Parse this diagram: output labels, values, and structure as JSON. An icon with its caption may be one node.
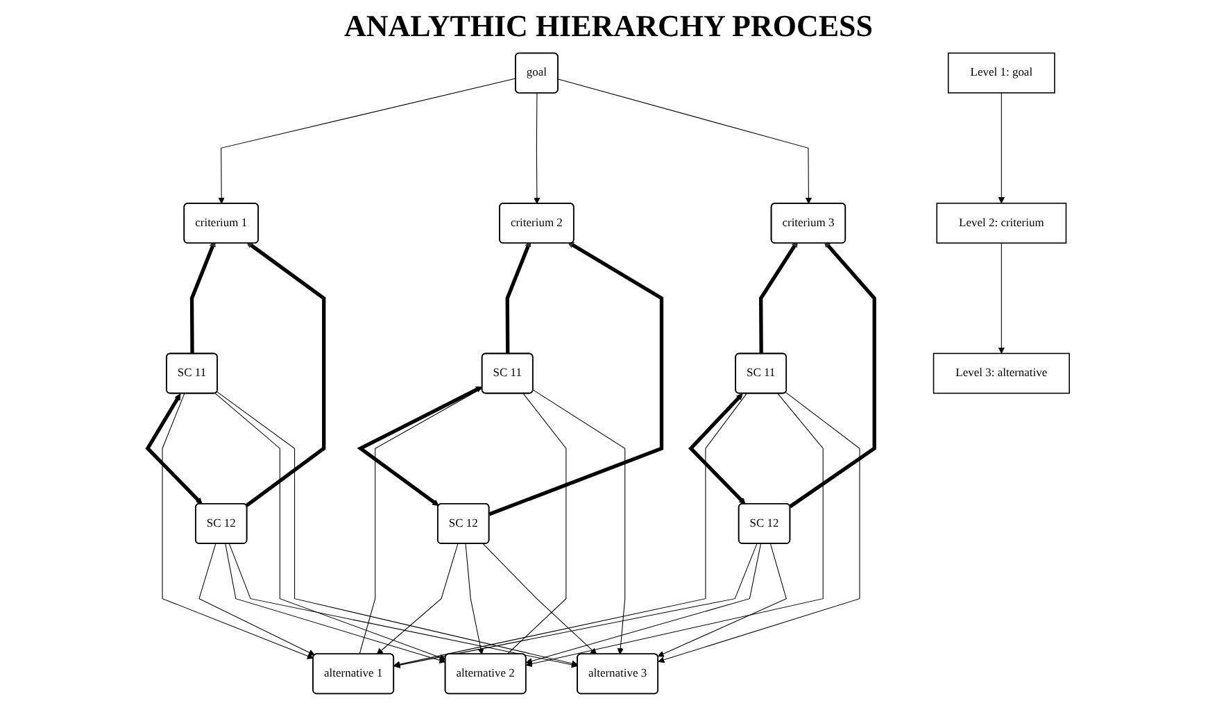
{
  "diagram": {
    "title": "ANALYTHIC HIERARCHY PROCESS",
    "nodes": [
      {
        "text": [
          "goal"
        ]
      },
      {
        "text": [
          "criterium 1"
        ]
      },
      {
        "text": [
          "criterium 2"
        ]
      },
      {
        "text": [
          "criterium 3"
        ]
      },
      {
        "text": [
          "SC 11"
        ]
      },
      {
        "text": [
          "SC 12"
        ]
      },
      {
        "text": [
          "SC 11"
        ]
      },
      {
        "text": [
          "SC 12"
        ]
      },
      {
        "text": [
          "SC 11"
        ]
      },
      {
        "text": [
          "SC 12"
        ]
      },
      {
        "text": [
          "alternative 1"
        ]
      },
      {
        "text": [
          "alternative 2"
        ]
      },
      {
        "text": [
          "alternative 3"
        ]
      },
      {
        "text": [
          "Level 1: goal"
        ]
      },
      {
        "text": [
          "Level 2: criterium"
        ]
      },
      {
        "text": [
          "Level 3: alternative"
        ]
      }
    ],
    "edges": [
      {
        "from": 0,
        "to": 1,
        "arrow": "to"
      },
      {
        "from": 0,
        "to": 2,
        "arrow": "to"
      },
      {
        "from": 0,
        "to": 3,
        "arrow": "to"
      },
      {
        "from": 4,
        "to": 5,
        "arrow": "both",
        "style": "thick"
      },
      {
        "from": 4,
        "to": 1,
        "arrow": "to",
        "style": "thick"
      },
      {
        "from": 5,
        "to": 1,
        "arrow": "to",
        "style": "thick"
      },
      {
        "from": 6,
        "to": 7,
        "arrow": "both",
        "style": "thick"
      },
      {
        "from": 6,
        "to": 2,
        "arrow": "to",
        "style": "thick"
      },
      {
        "from": 7,
        "to": 2,
        "arrow": "to",
        "style": "thick"
      },
      {
        "from": 8,
        "to": 9,
        "arrow": "both",
        "style": "thick"
      },
      {
        "from": 8,
        "to": 3,
        "arrow": "to",
        "style": "thick"
      },
      {
        "from": 9,
        "to": 3,
        "arrow": "to",
        "style": "thick"
      },
      {
        "from": 4,
        "to": 10,
        "arrow": "to"
      },
      {
        "from": 4,
        "to": 11,
        "arrow": "to"
      },
      {
        "from": 4,
        "to": 12,
        "arrow": "to"
      },
      {
        "from": 5,
        "to": 10,
        "arrow": "to"
      },
      {
        "from": 5,
        "to": 11,
        "arrow": "to"
      },
      {
        "from": 5,
        "to": 12,
        "arrow": "to"
      },
      {
        "from": 6,
        "to": 10,
        "arrow": "none"
      },
      {
        "from": 6,
        "to": 11,
        "arrow": "none"
      },
      {
        "from": 6,
        "to": 12,
        "arrow": "to"
      },
      {
        "from": 7,
        "to": 10,
        "arrow": "to"
      },
      {
        "from": 7,
        "to": 11,
        "arrow": "to"
      },
      {
        "from": 7,
        "to": 12,
        "arrow": "to"
      },
      {
        "from": 8,
        "to": 10,
        "arrow": "to"
      },
      {
        "from": 8,
        "to": 11,
        "arrow": "to"
      },
      {
        "from": 8,
        "to": 12,
        "arrow": "to"
      },
      {
        "from": 9,
        "to": 10,
        "arrow": "to"
      },
      {
        "from": 9,
        "to": 11,
        "arrow": "to"
      },
      {
        "from": 9,
        "to": 12,
        "arrow": "to"
      },
      {
        "from": 13,
        "to": 14,
        "arrow": "to"
      },
      {
        "from": 14,
        "to": 15,
        "arrow": "to"
      }
    ]
  }
}
